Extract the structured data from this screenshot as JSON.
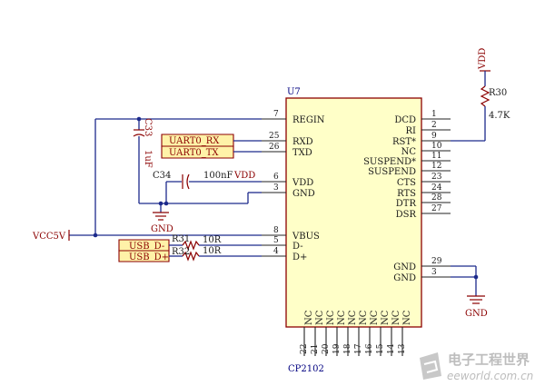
{
  "chip": {
    "ref": "U7",
    "part": "CP2102",
    "left_pins": [
      {
        "num": "7",
        "name": "REGIN"
      },
      {
        "num": "25",
        "name": "RXD"
      },
      {
        "num": "26",
        "name": "TXD"
      },
      {
        "num": "6",
        "name": "VDD"
      },
      {
        "num": "3",
        "name": "GND"
      },
      {
        "num": "8",
        "name": "VBUS"
      },
      {
        "num": "5",
        "name": "D-"
      },
      {
        "num": "4",
        "name": "D+"
      }
    ],
    "right_pins": [
      {
        "num": "1",
        "name": "DCD"
      },
      {
        "num": "2",
        "name": "RI"
      },
      {
        "num": "9",
        "name": "RST*"
      },
      {
        "num": "10",
        "name": "NC"
      },
      {
        "num": "11",
        "name": "SUSPEND*"
      },
      {
        "num": "12",
        "name": "SUSPEND"
      },
      {
        "num": "23",
        "name": "CTS"
      },
      {
        "num": "24",
        "name": "RTS"
      },
      {
        "num": "28",
        "name": "DTR"
      },
      {
        "num": "27",
        "name": "DSR"
      },
      {
        "num": "29",
        "name": "GND"
      },
      {
        "num": "3",
        "name": "GND"
      }
    ],
    "bottom_pins": [
      {
        "num": "22",
        "name": "NC"
      },
      {
        "num": "21",
        "name": "NC"
      },
      {
        "num": "20",
        "name": "NC"
      },
      {
        "num": "19",
        "name": "NC"
      },
      {
        "num": "18",
        "name": "NC"
      },
      {
        "num": "17",
        "name": "NC"
      },
      {
        "num": "16",
        "name": "NC"
      },
      {
        "num": "15",
        "name": "NC"
      },
      {
        "num": "14",
        "name": "NC"
      },
      {
        "num": "13",
        "name": "NC"
      }
    ]
  },
  "components": {
    "c33_ref": "C33",
    "c33_value": "1uF",
    "c34_ref": "C34",
    "c34_value": "100nF",
    "r30_ref": "R30",
    "r30_value": "4.7K",
    "r31_ref": "R31",
    "r31_value": "10R",
    "r32_ref": "R32",
    "r32_value": "10R"
  },
  "nets": {
    "vdd_top": "VDD",
    "vdd_c34": "VDD",
    "vcc5v": "VCC5V",
    "gnd_left": "GND",
    "gnd_right": "GND"
  },
  "ports": {
    "uart_rx": "UART0_RX",
    "uart_tx": "UART0_TX",
    "usb_dm": "USB_D-",
    "usb_dp": "USB_D+"
  },
  "watermark": {
    "cn": "电子工程世界",
    "en": "eeworld.com.cn"
  },
  "colors": {
    "wire": "#1c2a8c",
    "chip_fill": "#ffffc8",
    "chip_border": "#8b0000",
    "port_fill": "#fff2a8",
    "net_label": "#8b0000"
  }
}
